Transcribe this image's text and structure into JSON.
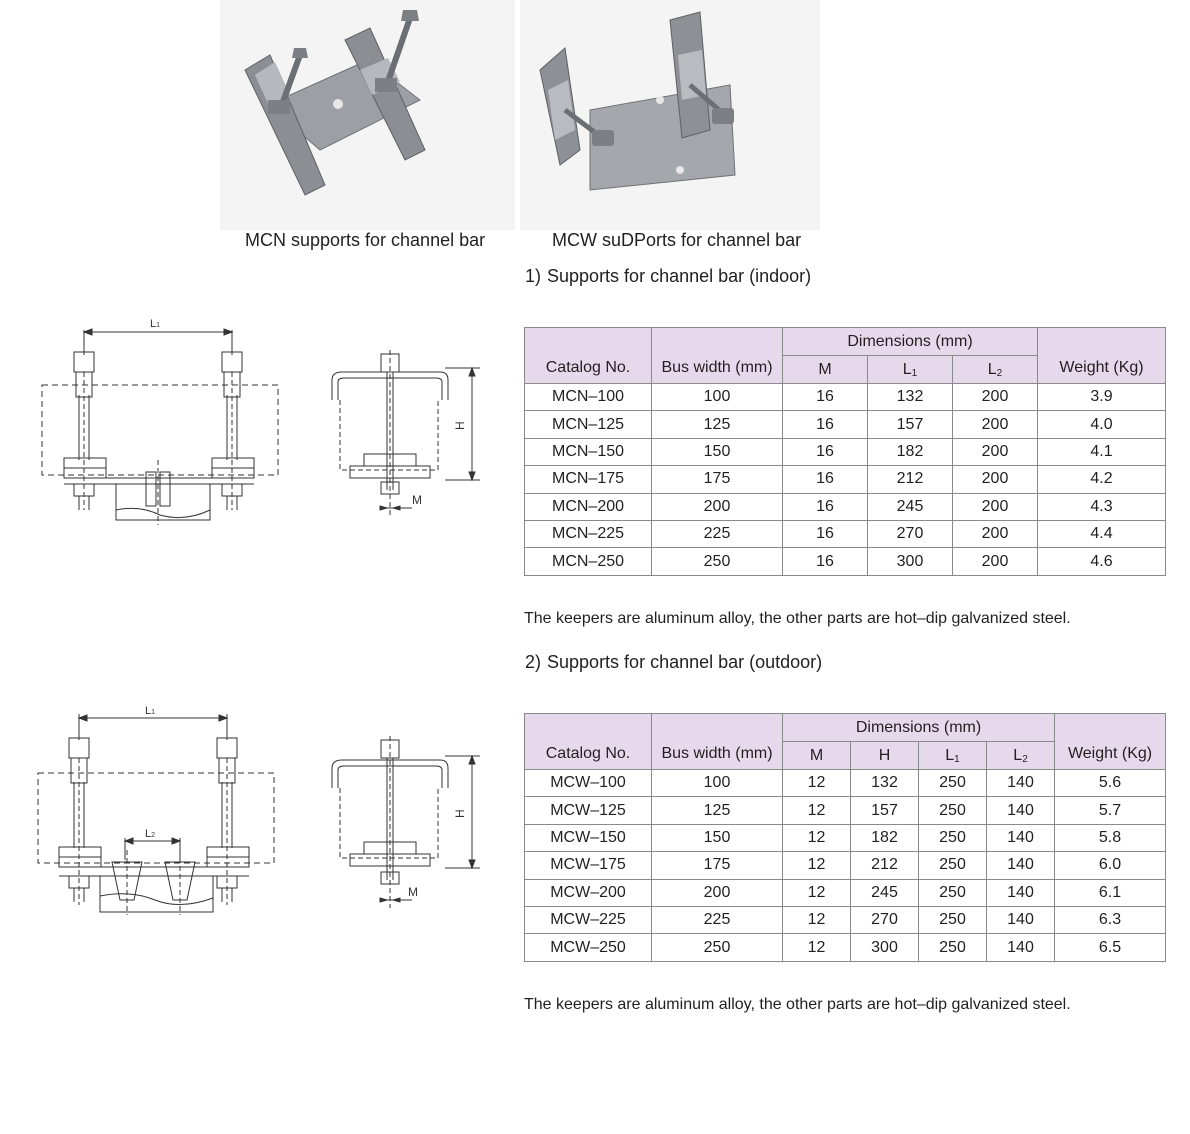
{
  "photos": {
    "mcn_caption": "MCN supports for channel bar",
    "mcw_caption": "MCW suDPorts for channel bar"
  },
  "indoor": {
    "number": "1)",
    "title": "Supports for channel bar (indoor)",
    "headers": {
      "catalog": "Catalog No.",
      "bus_width": "Bus width (mm)",
      "dimensions": "Dimensions (mm)",
      "m": "M",
      "l1": "L",
      "l1_sub": "1",
      "l2": "L",
      "l2_sub": "2",
      "weight": "Weight (Kg)"
    },
    "rows": [
      {
        "catalog": "MCN–100",
        "bus": "100",
        "m": "16",
        "l1": "132",
        "l2": "200",
        "weight": "3.9"
      },
      {
        "catalog": "MCN–125",
        "bus": "125",
        "m": "16",
        "l1": "157",
        "l2": "200",
        "weight": "4.0"
      },
      {
        "catalog": "MCN–150",
        "bus": "150",
        "m": "16",
        "l1": "182",
        "l2": "200",
        "weight": "4.1"
      },
      {
        "catalog": "MCN–175",
        "bus": "175",
        "m": "16",
        "l1": "212",
        "l2": "200",
        "weight": "4.2"
      },
      {
        "catalog": "MCN–200",
        "bus": "200",
        "m": "16",
        "l1": "245",
        "l2": "200",
        "weight": "4.3"
      },
      {
        "catalog": "MCN–225",
        "bus": "225",
        "m": "16",
        "l1": "270",
        "l2": "200",
        "weight": "4.4"
      },
      {
        "catalog": "MCN–250",
        "bus": "250",
        "m": "16",
        "l1": "300",
        "l2": "200",
        "weight": "4.6"
      }
    ],
    "note": "The keepers are aluminum alloy, the other parts are hot–dip galvanized steel."
  },
  "outdoor": {
    "number": "2)",
    "title": "Supports for channel bar (outdoor)",
    "headers": {
      "catalog": "Catalog No.",
      "bus_width": "Bus width (mm)",
      "dimensions": "Dimensions (mm)",
      "m": "M",
      "h": "H",
      "l1": "L",
      "l1_sub": "1",
      "l2": "L",
      "l2_sub": "2",
      "weight": "Weight (Kg)"
    },
    "rows": [
      {
        "catalog": "MCW–100",
        "bus": "100",
        "m": "12",
        "h": "132",
        "l1": "250",
        "l2": "140",
        "weight": "5.6"
      },
      {
        "catalog": "MCW–125",
        "bus": "125",
        "m": "12",
        "h": "157",
        "l1": "250",
        "l2": "140",
        "weight": "5.7"
      },
      {
        "catalog": "MCW–150",
        "bus": "150",
        "m": "12",
        "h": "182",
        "l1": "250",
        "l2": "140",
        "weight": "5.8"
      },
      {
        "catalog": "MCW–175",
        "bus": "175",
        "m": "12",
        "h": "212",
        "l1": "250",
        "l2": "140",
        "weight": "6.0"
      },
      {
        "catalog": "MCW–200",
        "bus": "200",
        "m": "12",
        "h": "245",
        "l1": "250",
        "l2": "140",
        "weight": "6.1"
      },
      {
        "catalog": "MCW–225",
        "bus": "225",
        "m": "12",
        "h": "270",
        "l1": "250",
        "l2": "140",
        "weight": "6.3"
      },
      {
        "catalog": "MCW–250",
        "bus": "250",
        "m": "12",
        "h": "300",
        "l1": "250",
        "l2": "140",
        "weight": "6.5"
      }
    ],
    "note": "The keepers are aluminum alloy, the other parts are hot–dip galvanized steel."
  },
  "drawings": {
    "l1": "L",
    "l1_sub": "1",
    "l2": "L",
    "l2_sub": "2",
    "h": "H",
    "m": "M"
  }
}
